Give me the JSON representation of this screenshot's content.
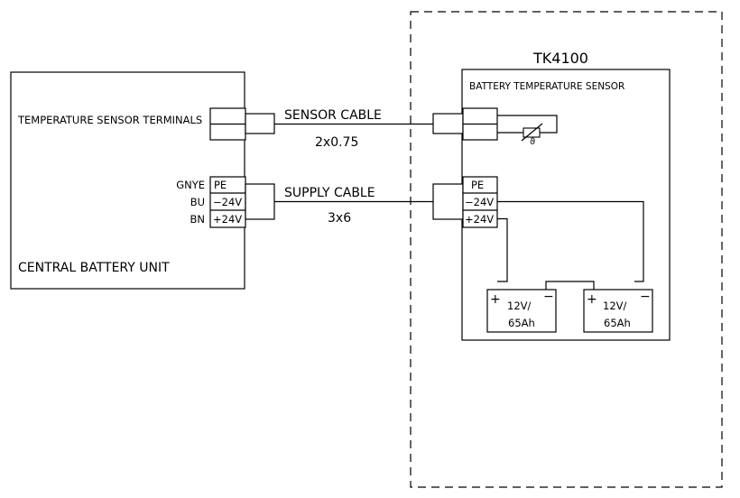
{
  "central_unit": {
    "title": "CENTRAL BATTERY UNIT",
    "terminals_label": "TEMPERATURE SENSOR TERMINALS",
    "supply_terminals": [
      {
        "wire": "GNYE",
        "label": "PE"
      },
      {
        "wire": "BU",
        "label": "−24V"
      },
      {
        "wire": "BN",
        "label": "+24V"
      }
    ]
  },
  "cables": {
    "sensor": {
      "label": "SENSOR CABLE",
      "spec": "2x0.75"
    },
    "supply": {
      "label": "SUPPLY CABLE",
      "spec": "3x6"
    }
  },
  "tk_unit": {
    "title": "TK4100",
    "sensor_box_label": "BATTERY TEMPERATURE SENSOR",
    "supply_terminals": [
      {
        "label": "PE"
      },
      {
        "label": "−24V"
      },
      {
        "label": "+24V"
      }
    ],
    "sensor_symbol": "ϑ",
    "batteries": [
      {
        "plus": "+",
        "minus": "−",
        "line1": "12V/",
        "line2": "65Ah"
      },
      {
        "plus": "+",
        "minus": "−",
        "line1": "12V/",
        "line2": "65Ah"
      }
    ]
  }
}
